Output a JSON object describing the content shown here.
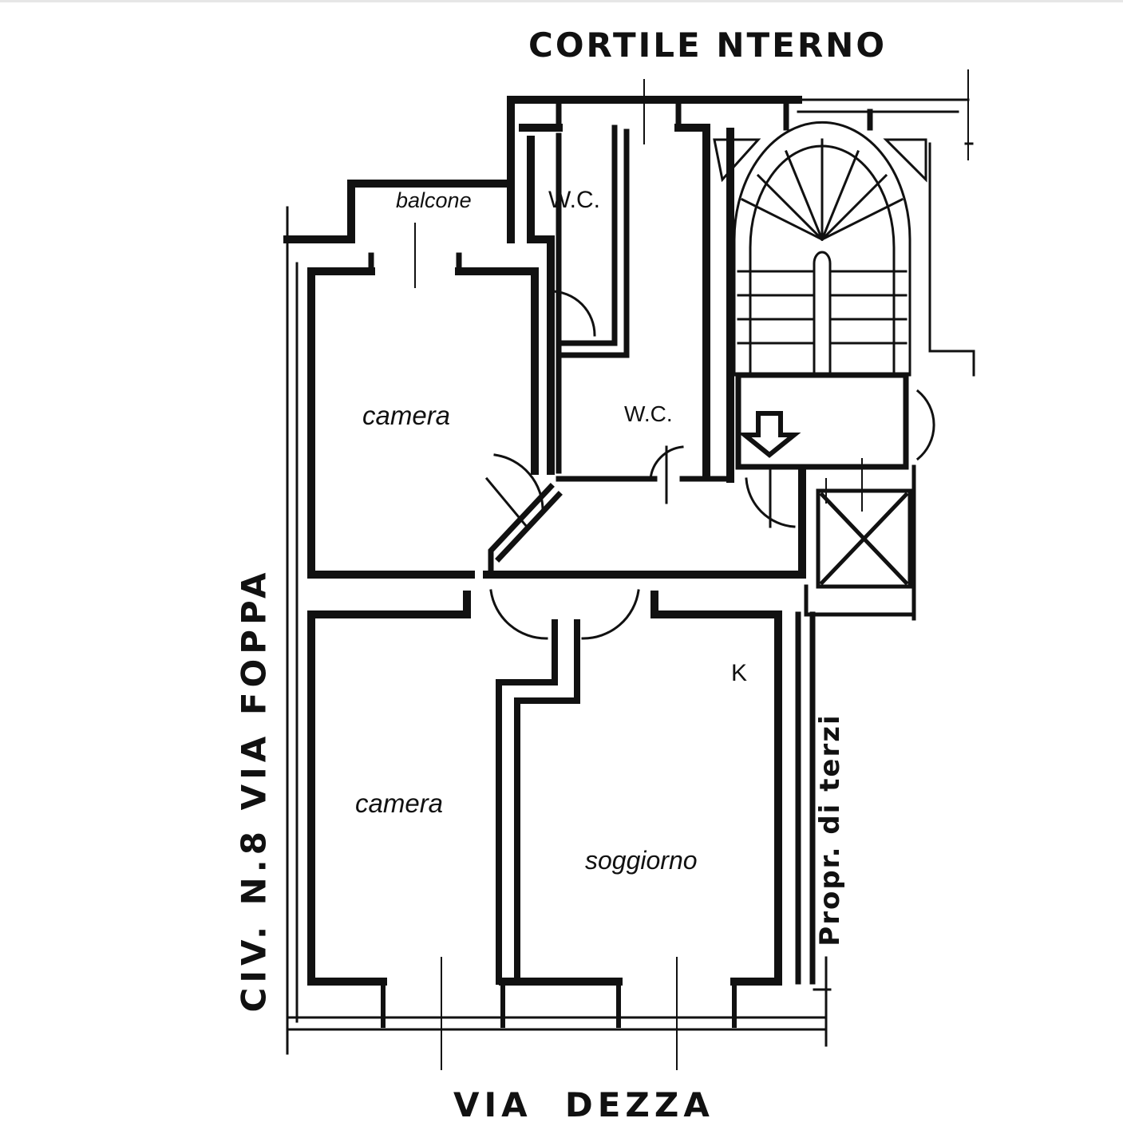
{
  "labels": {
    "courtyard": "CORTILE NTERNO",
    "street_bottom": "VIA  DEZZA",
    "street_left": "CIV. N.8 VIA FOPPA",
    "third_party": "Propr. di terzi"
  },
  "rooms": {
    "balcony": "balcone",
    "wc_top": "W.C.",
    "wc_middle": "W.C.",
    "bedroom_top": "camera",
    "bedroom_bottom": "camera",
    "living": "soggiorno",
    "kitchen": "K"
  },
  "colors": {
    "ink": "#111111",
    "background": "#ffffff"
  }
}
